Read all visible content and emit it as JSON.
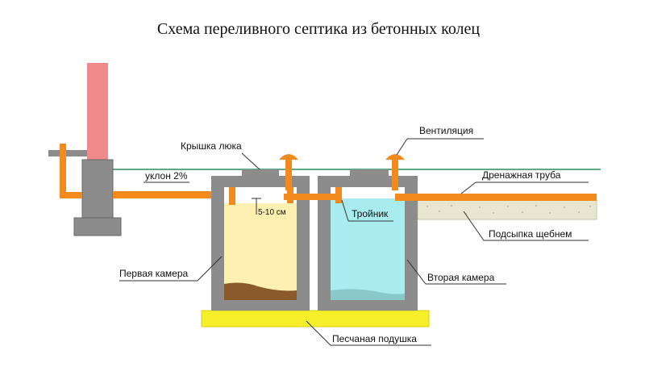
{
  "title": "Схема переливного септика из бетонных колец",
  "labels": {
    "hatch_cover": "Крышка люка",
    "ventilation": "Вентиляция",
    "slope": "уклон 2%",
    "drain_pipe": "Дренажная труба",
    "gap": "5-10 см",
    "tee": "Тройник",
    "gravel_bed": "Подсыпка щебнем",
    "first_chamber": "Первая камера",
    "second_chamber": "Вторая камера",
    "sand_cushion": "Песчаная подушка"
  },
  "colors": {
    "concrete": "#8c8c8c",
    "pipe": "#f28a1e",
    "chimney": "#f08a8a",
    "first_chamber_water": "#fdf0b0",
    "second_chamber_water": "#a8ecf0",
    "sludge": "#8a5a2b",
    "sand": "#f6ef2a",
    "ground_line": "#2e8b57",
    "gravel": "#e8e6d0"
  }
}
